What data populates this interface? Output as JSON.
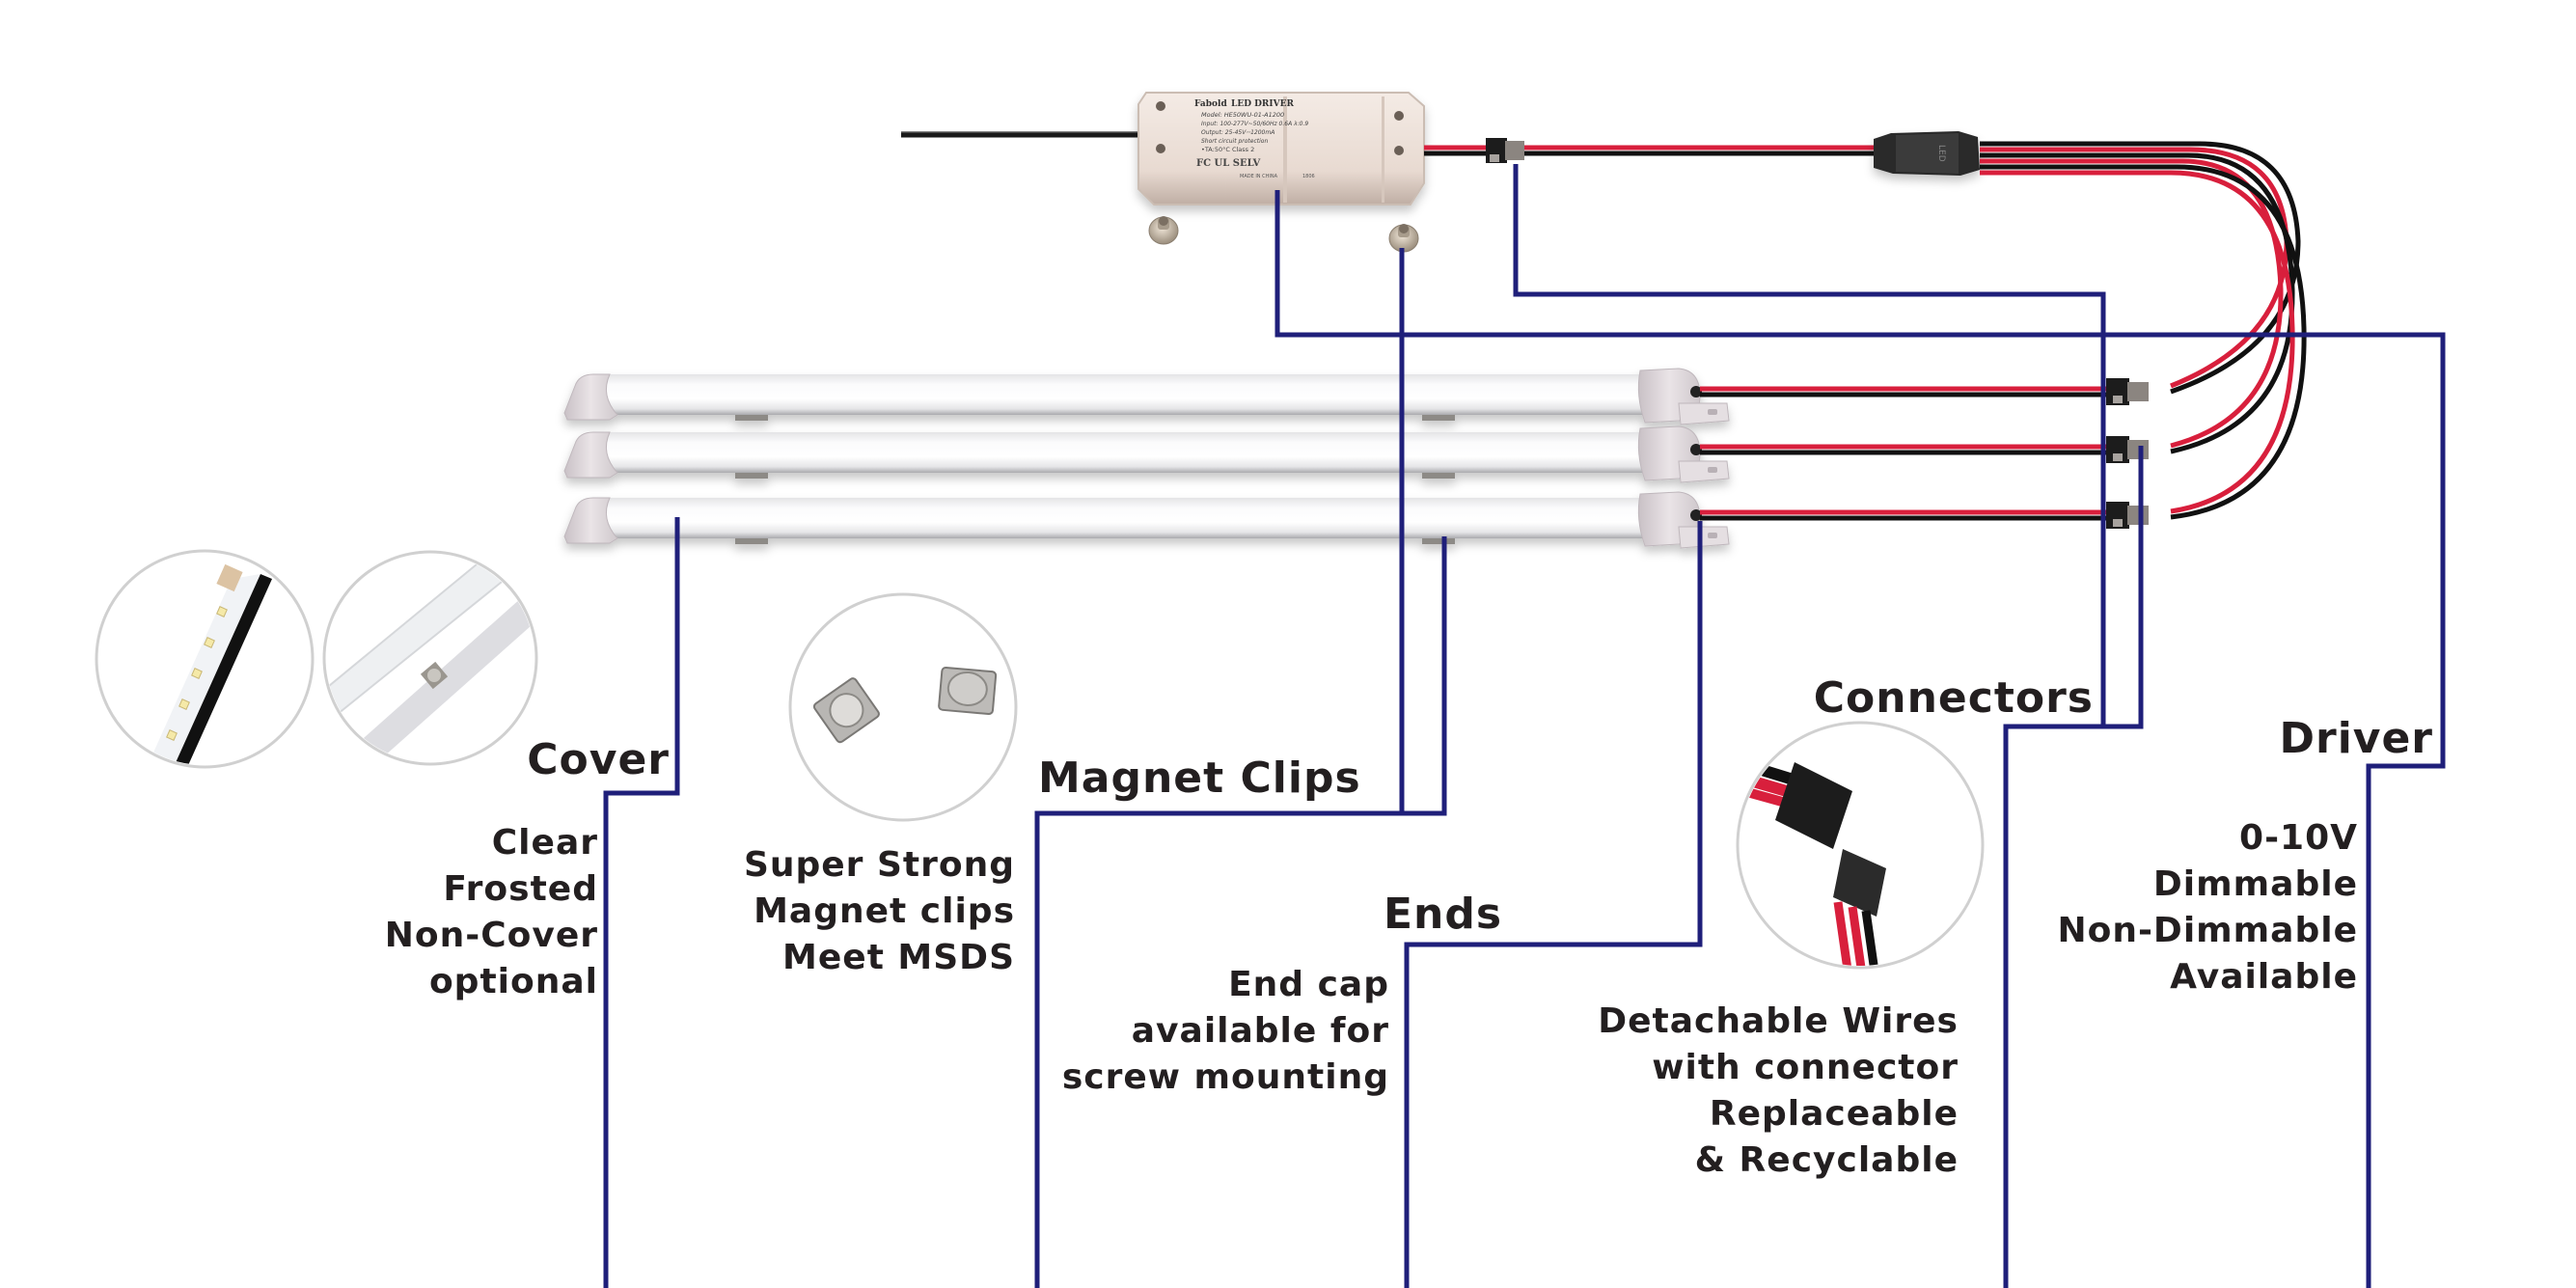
{
  "colors": {
    "leader_line": "#1f1f7a",
    "text": "#231f20",
    "wire_red": "#d81f3c",
    "wire_black": "#111111",
    "tube_body": "#f3f3f4",
    "end_cap": "#ddd6da",
    "driver_body": "#e9dcd3",
    "circle_border": "#d0d0d0"
  },
  "driver_label": {
    "brand": "Fabold",
    "title": "LED DRIVER",
    "model": "Model: HE50WU-01-A1200",
    "input": "Input: 100-277V~50/60Hz 0.6A  λ:0.9",
    "output": "Output: 25-45V⎓1200mA",
    "protection": "Short circuit protection",
    "ta": "•TA:50°C  Class 2",
    "marks": "FC  UL  SELV",
    "made_in": "MADE IN CHINA",
    "date": "1806"
  },
  "splitter_label": "LED",
  "callouts": {
    "cover": {
      "title": "Cover",
      "lines": [
        "Clear",
        "Frosted",
        "Non-Cover",
        "optional"
      ]
    },
    "magnet_clips": {
      "title": "Magnet Clips",
      "lines": [
        "Super Strong",
        "Magnet clips",
        "Meet MSDS"
      ]
    },
    "ends": {
      "title": "Ends",
      "lines": [
        "End cap",
        "available for",
        "screw mounting"
      ]
    },
    "connectors": {
      "title": "Connectors",
      "lines": [
        "Detachable Wires",
        "with connector",
        "Replaceable",
        "& Recyclable"
      ]
    },
    "driver": {
      "title": "Driver",
      "lines": [
        "0-10V",
        "Dimmable",
        "Non-Dimmable",
        "Available"
      ]
    }
  },
  "detail_images": [
    {
      "name": "led-strip-detail",
      "subject": "LED PCB strip with connector"
    },
    {
      "name": "cover-magnet-detail",
      "subject": "Cover profile with magnet clip"
    },
    {
      "name": "magnet-clips-detail",
      "subject": "Two magnet clips"
    },
    {
      "name": "connector-detail",
      "subject": "Detachable wire connector pair"
    }
  ],
  "tube_count": 3
}
